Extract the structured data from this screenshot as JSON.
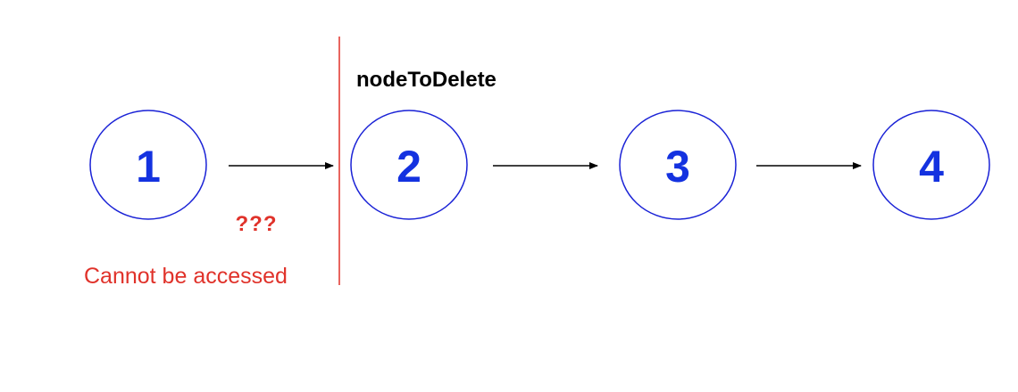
{
  "nodes": [
    {
      "label": "1"
    },
    {
      "label": "2"
    },
    {
      "label": "3"
    },
    {
      "label": "4"
    }
  ],
  "pointer_label": "nodeToDelete",
  "unknown_link_label": "???",
  "inaccessible_note": "Cannot be accessed",
  "colors": {
    "node_stroke": "#1a22d6",
    "node_text": "#1432e0",
    "arrow": "#000000",
    "divider": "#e0322a",
    "warning_text": "#e0322a",
    "pointer_text": "#000000"
  }
}
